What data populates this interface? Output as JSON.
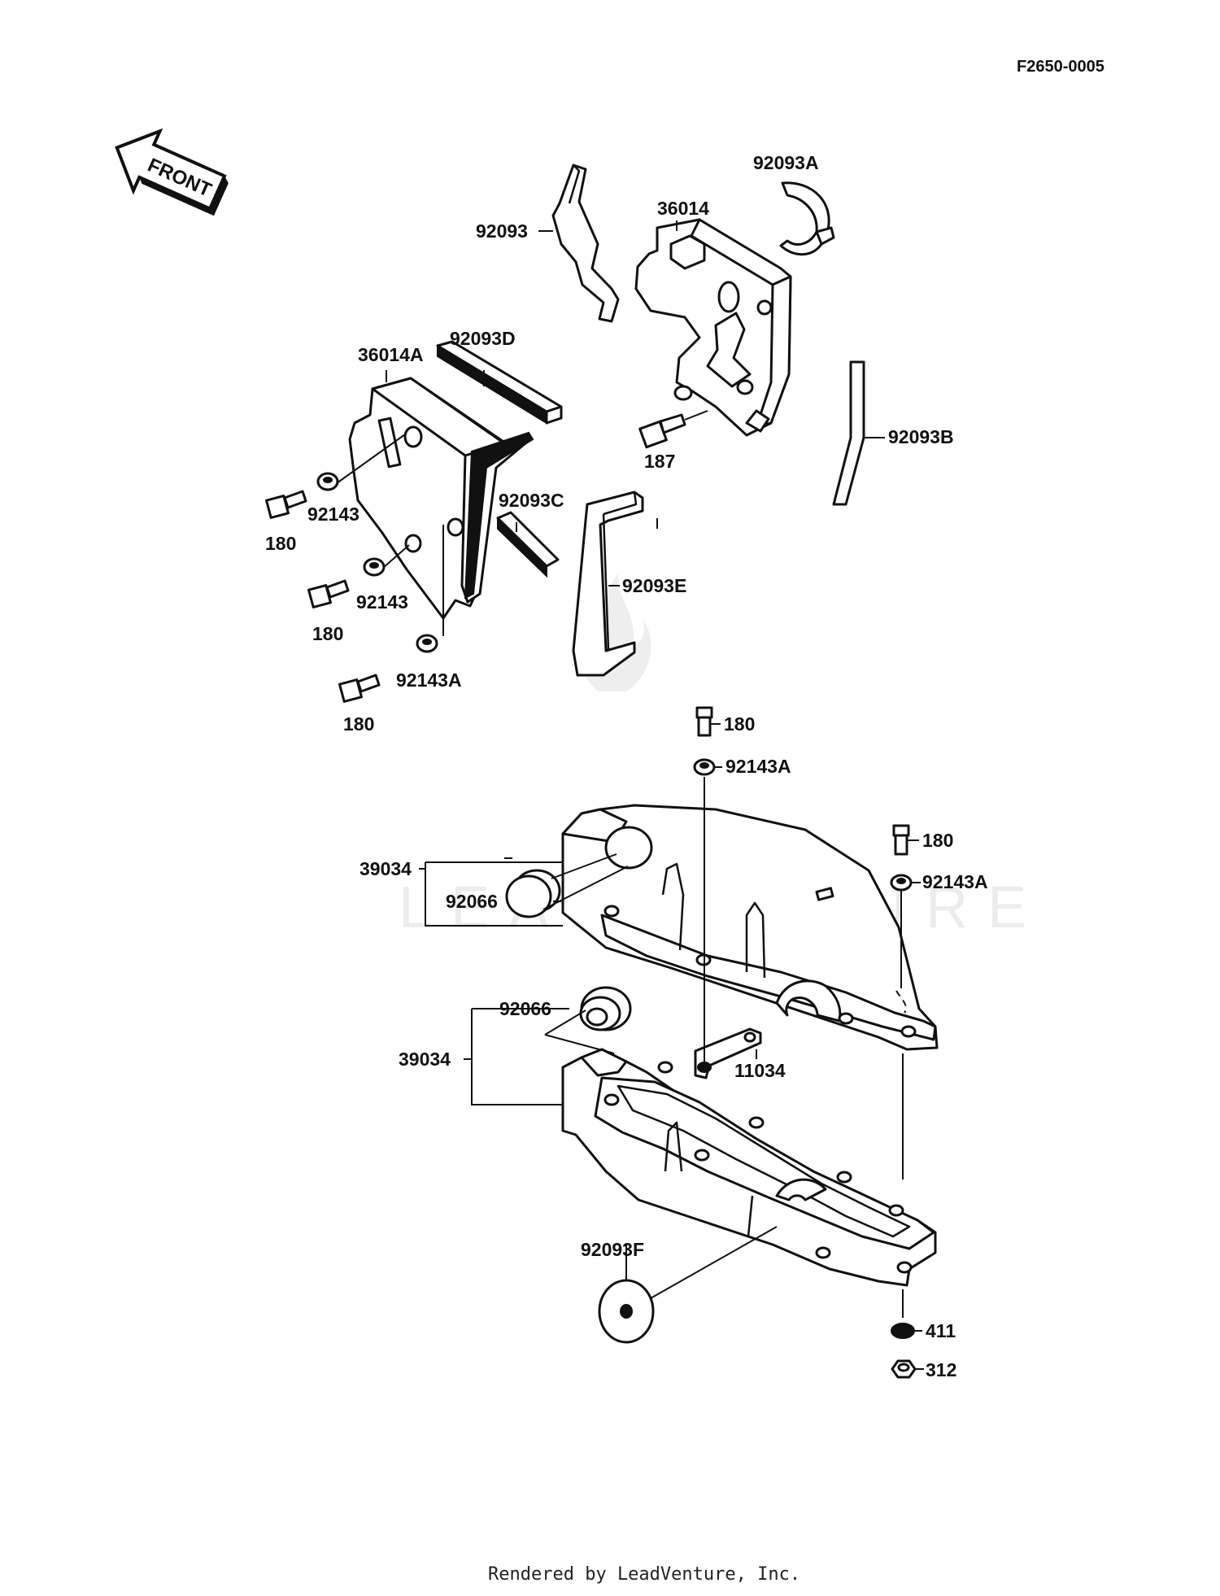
{
  "diagram_id": "F2650-0005",
  "front_label": "FRONT",
  "watermark": "LEADVENTURE",
  "footer": "Rendered by LeadVenture, Inc.",
  "labels": {
    "p92093": "92093",
    "p92093A": "92093A",
    "p36014": "36014",
    "p36014A": "36014A",
    "p92093D": "92093D",
    "p187": "187",
    "p92093B": "92093B",
    "p92143_a": "92143",
    "p180_a": "180",
    "p92093C": "92093C",
    "p92143_b": "92143",
    "p180_b": "180",
    "p92093E": "92093E",
    "p92143A_a": "92143A",
    "p180_c": "180",
    "p180_d": "180",
    "p92143A_b": "92143A",
    "p180_e": "180",
    "p92143A_c": "92143A",
    "p39034_a": "39034",
    "p92066_a": "92066",
    "p92066_b": "92066",
    "p39034_b": "39034",
    "p11034": "11034",
    "p92093F": "92093F",
    "p411": "411",
    "p312": "312"
  }
}
